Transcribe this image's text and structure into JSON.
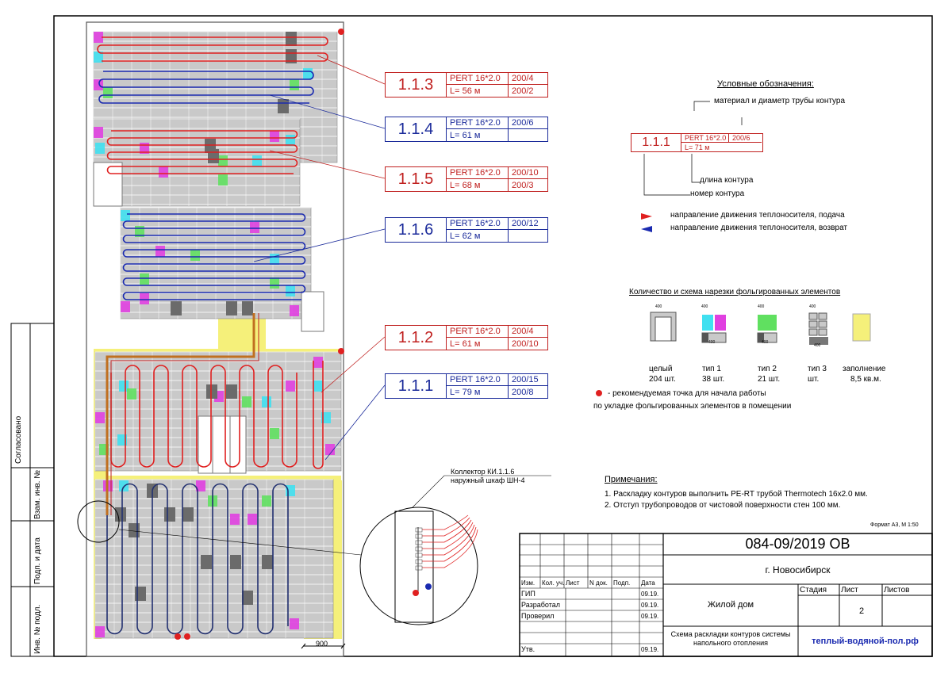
{
  "circuits": [
    {
      "id": "1.1.3",
      "pipe": "PERT 16*2.0",
      "length": "L= 56 м",
      "step_top": "200/4",
      "step_bottom": "200/2",
      "color": "#c0201f"
    },
    {
      "id": "1.1.4",
      "pipe": "PERT 16*2.0",
      "length": "L= 61 м",
      "step_top": "200/6",
      "step_bottom": "",
      "color": "#1a2a9a"
    },
    {
      "id": "1.1.5",
      "pipe": "PERT 16*2.0",
      "length": "L= 68 м",
      "step_top": "200/10",
      "step_bottom": "200/3",
      "color": "#c0201f"
    },
    {
      "id": "1.1.6",
      "pipe": "PERT 16*2.0",
      "length": "L= 62 м",
      "step_top": "200/12",
      "step_bottom": "",
      "color": "#1a2a9a"
    },
    {
      "id": "1.1.2",
      "pipe": "PERT 16*2.0",
      "length": "L= 61 м",
      "step_top": "200/4",
      "step_bottom": "200/10",
      "color": "#c0201f"
    },
    {
      "id": "1.1.1",
      "pipe": "PERT 16*2.0",
      "length": "L= 79 м",
      "step_top": "200/15",
      "step_bottom": "200/8",
      "color": "#1a2a9a"
    }
  ],
  "legend": {
    "title": "Условные обозначения:",
    "material_label": "материал и диаметр трубы контура",
    "sample_id": "1.1.1",
    "sample_pipe": "PERT 16*2.0",
    "sample_step": "200/6",
    "sample_length": "L= 71 м",
    "length_label": "длина контура",
    "number_label": "номер контура",
    "supply_label": "направление движения теплоносителя, подача",
    "return_label": "направление движения теплоносителя, возврат"
  },
  "elements": {
    "title": "Количество и схема нарезки фольгированных элементов",
    "items": [
      {
        "name": "целый",
        "count": "204 шт."
      },
      {
        "name": "тип 1",
        "count": "38 шт."
      },
      {
        "name": "тип 2",
        "count": "21 шт."
      },
      {
        "name": "тип 3",
        "count": "шт."
      },
      {
        "name": "заполнение",
        "count": "8,5 кв.м."
      }
    ],
    "dims": {
      "d400": "400",
      "d500": "500",
      "d200": "200"
    },
    "start_point_line1": "- рекомендуемая точка для начала работы",
    "start_point_line2": "по укладке фольгированных элементов в помещении"
  },
  "collector": {
    "line1": "Коллектор КИ.1.1.6",
    "line2": "наружный шкаф ШН-4"
  },
  "notes": {
    "title": "Примечания:",
    "items": [
      "1. Раскладку контуров выполнить PE-RT трубой Thermotech 16х2.0 мм.",
      "2. Отступ трубопроводов от чистовой поверхности стен 100 мм."
    ]
  },
  "dimension": "900",
  "format": "Формат А3, М 1:50",
  "side_stamp": [
    "Согласовано",
    "Взам. инв. №",
    "Подп. и дата",
    "Инв. № подл."
  ],
  "title_block": {
    "code": "084-09/2019 ОВ",
    "city": "г. Новосибирск",
    "object": "Жилой дом",
    "sheet_name_line1": "Схема раскладки контуров системы",
    "sheet_name_line2": "напольного отопления",
    "watermark": "теплый-водяной-пол.рф",
    "col_headers": [
      "Изм.",
      "Кол. уч.",
      "Лист",
      "N док.",
      "Подп.",
      "Дата"
    ],
    "stage_headers": [
      "Стадия",
      "Лист",
      "Листов"
    ],
    "sheet_no": "2",
    "rows": [
      {
        "role": "ГИП",
        "date": "09.19."
      },
      {
        "role": "Разработал",
        "date": "09.19."
      },
      {
        "role": "Проверил",
        "date": "09.19."
      },
      {
        "role": "",
        "date": ""
      },
      {
        "role": "Утв.",
        "date": "09.19."
      }
    ]
  },
  "colors": {
    "supply": "#e02020",
    "return": "#1a2ab0",
    "panel": "#c9c9c9",
    "fill": "#f5f07a",
    "type1a": "#40e0f0",
    "type1b": "#e040e0",
    "type2": "#60e060"
  }
}
